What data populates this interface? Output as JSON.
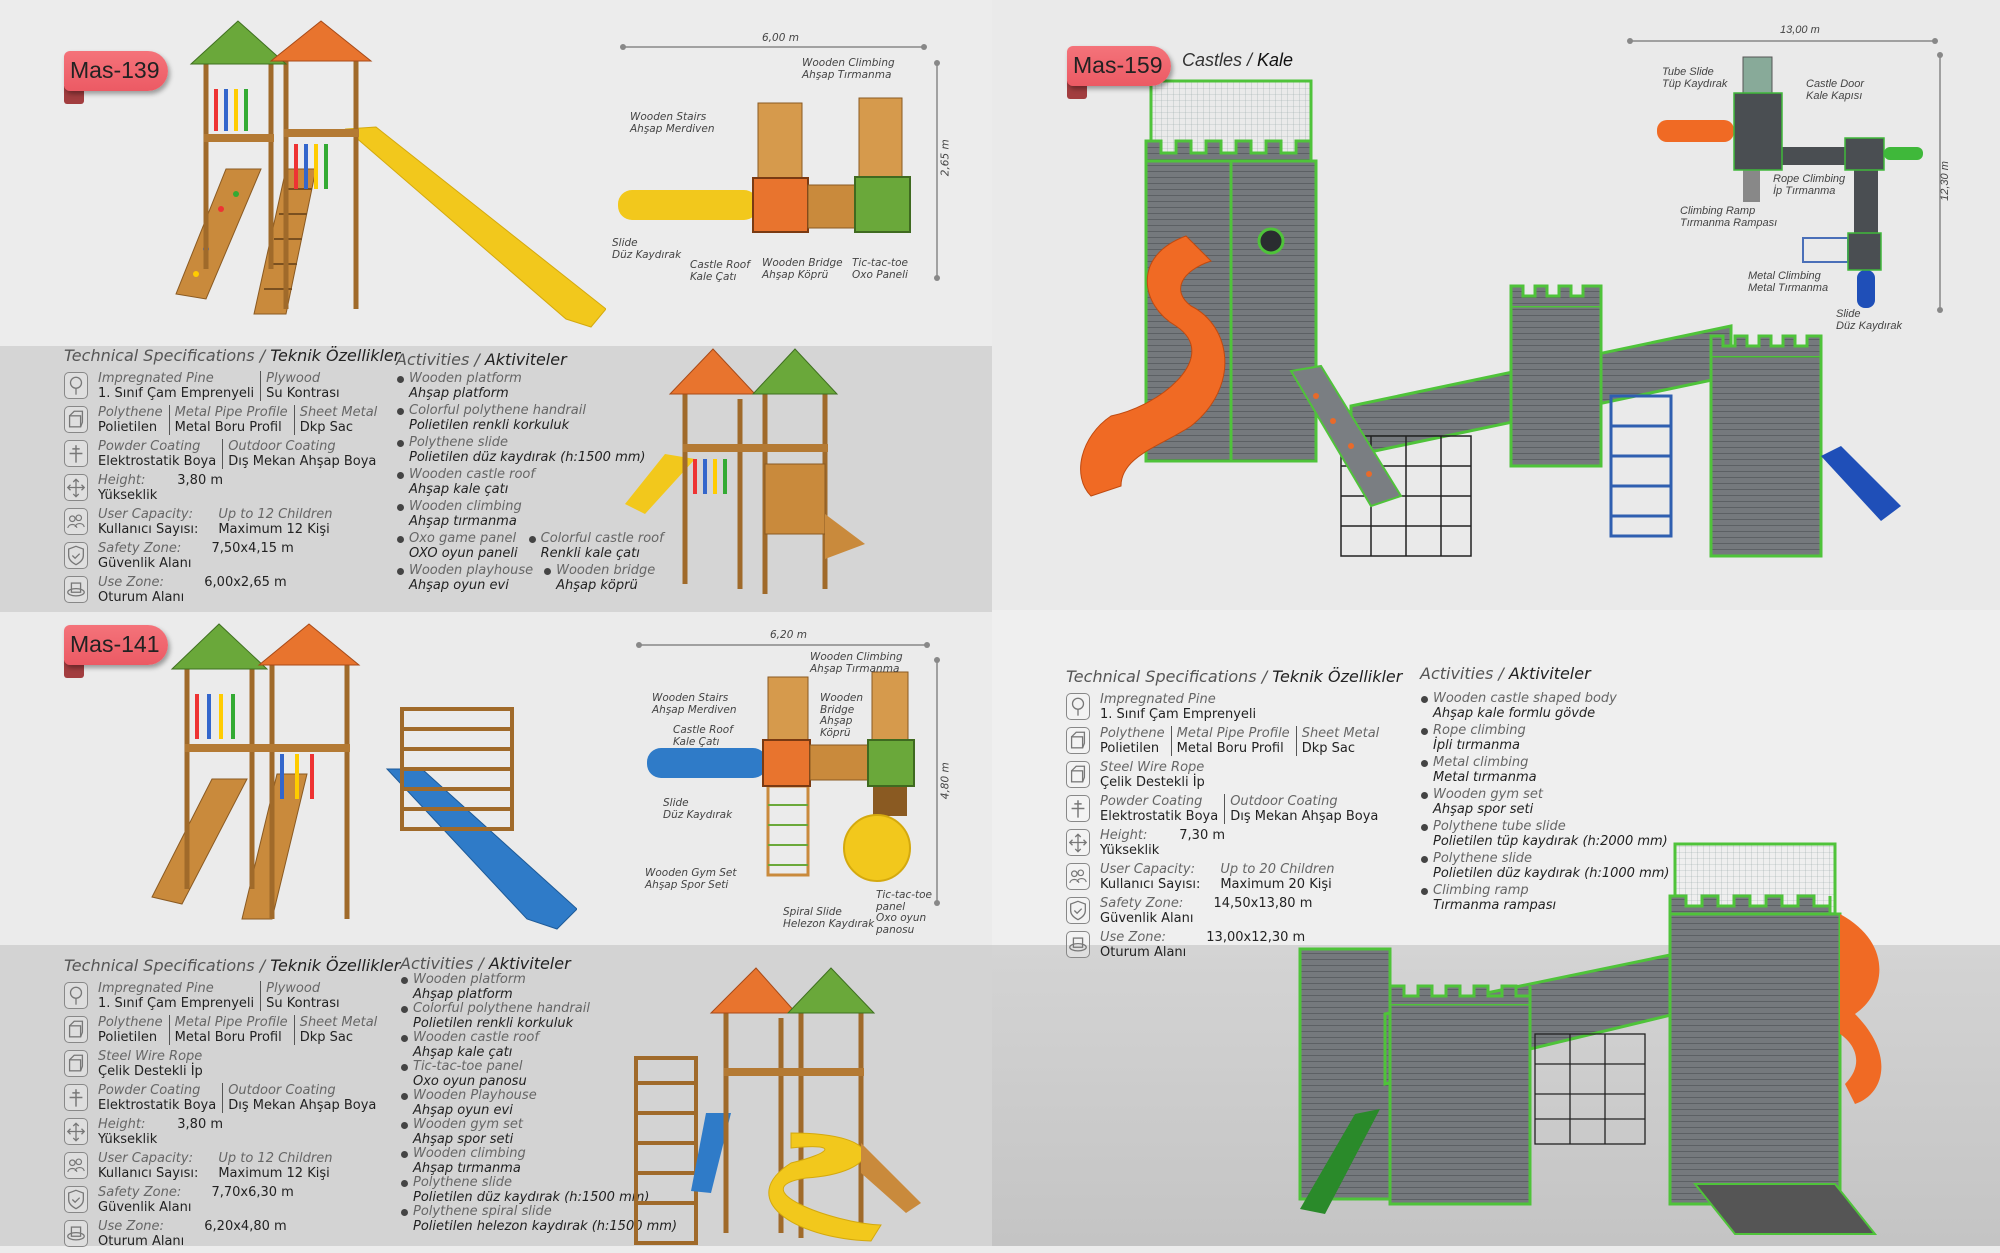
{
  "common": {
    "spec_title_en": "Technical Specifications / ",
    "spec_title_tr": "Teknik Özellikler",
    "act_title_en": "Activities / ",
    "act_title_tr": "Aktiviteler"
  },
  "products": [
    {
      "code": "Mas-139",
      "diagram": {
        "width": "6,00 m",
        "depth": "2,65 m",
        "labels": [
          "Wooden Climbing\nAhşap Tırmanma",
          "Wooden Stairs\nAhşap Merdiven",
          "Slide\nDüz Kaydırak",
          "Castle Roof\nKale Çatı",
          "Wooden Bridge\nAhşap Köprü",
          "Tic-tac-toe\nOxo Paneli"
        ]
      },
      "specs": [
        {
          "icon": "tree-icon",
          "cols": [
            {
              "en": "Impregnated Pine",
              "tr": "1. Sınıf Çam Emprenyeli"
            },
            {
              "en": "Plywood",
              "tr": "Su Kontrası",
              "sep": true
            }
          ]
        },
        {
          "icon": "material-icon",
          "cols": [
            {
              "en": "Polythene",
              "tr": "Polietilen"
            },
            {
              "en": "Metal Pipe Profile",
              "tr": "Metal Boru Profil",
              "sep": true
            },
            {
              "en": "Sheet Metal",
              "tr": "Dkp Sac",
              "sep": true
            }
          ]
        },
        {
          "icon": "paint-icon",
          "cols": [
            {
              "en": "Powder Coating",
              "tr": "Elektrostatik Boya"
            },
            {
              "en": "Outdoor Coating",
              "tr": "Dış Mekan Ahşap Boya",
              "sep": true
            }
          ]
        },
        {
          "icon": "height-arrows-icon",
          "cols": [
            {
              "en": "Height:",
              "tr": "Yükseklik"
            },
            {
              "en": "3,80 m",
              "tr": "",
              "val": true
            }
          ]
        },
        {
          "icon": "users-icon",
          "cols": [
            {
              "en": "User Capacity:",
              "tr": "Kullanıcı Sayısı:"
            },
            {
              "en": "Up to 12 Children",
              "tr": "Maximum 12 Kişi"
            }
          ]
        },
        {
          "icon": "shield-icon",
          "cols": [
            {
              "en": "Safety Zone:",
              "tr": "Güvenlik Alanı"
            },
            {
              "en": "7,50x4,15 m",
              "tr": "",
              "val": true
            }
          ]
        },
        {
          "icon": "use-zone-icon",
          "cols": [
            {
              "en": "Use Zone:",
              "tr": "Oturum Alanı"
            },
            {
              "en": "6,00x2,65 m",
              "tr": "",
              "val": true
            }
          ]
        }
      ],
      "activities": [
        [
          {
            "en": "Wooden platform",
            "tr": "Ahşap platform"
          }
        ],
        [
          {
            "en": "Colorful polythene handrail",
            "tr": "Polietilen renkli korkuluk"
          }
        ],
        [
          {
            "en": "Polythene slide",
            "tr": "Polietilen düz kaydırak (h:1500 mm)"
          }
        ],
        [
          {
            "en": "Wooden castle roof",
            "tr": "Ahşap kale çatı"
          }
        ],
        [
          {
            "en": "Wooden climbing",
            "tr": "Ahşap tırmanma"
          }
        ],
        [
          {
            "en": "Oxo game panel",
            "tr": "OXO oyun paneli"
          },
          {
            "en": "Colorful castle roof",
            "tr": "Renkli kale çatı"
          }
        ],
        [
          {
            "en": "Wooden playhouse",
            "tr": "Ahşap oyun evi"
          },
          {
            "en": "Wooden bridge",
            "tr": "Ahşap köprü"
          }
        ]
      ]
    },
    {
      "code": "Mas-141",
      "diagram": {
        "width": "6,20 m",
        "depth": "4,80 m",
        "labels": [
          "Wooden Climbing\nAhşap Tırmanma",
          "Wooden Stairs\nAhşap Merdiven",
          "Castle Roof\nKale Çatı",
          "Wooden\nBridge\nAhşap\nKöprü",
          "Slide\nDüz Kaydırak",
          "Wooden Gym Set\nAhşap Spor Seti",
          "Spiral Slide\nHelezon Kaydırak",
          "Tic-tac-toe\npanel\nOxo oyun\npanosu"
        ]
      },
      "specs": [
        {
          "icon": "tree-icon",
          "cols": [
            {
              "en": "Impregnated Pine",
              "tr": "1. Sınıf Çam Emprenyeli"
            },
            {
              "en": "Plywood",
              "tr": "Su Kontrası",
              "sep": true
            }
          ]
        },
        {
          "icon": "material-icon",
          "cols": [
            {
              "en": "Polythene",
              "tr": "Polietilen"
            },
            {
              "en": "Metal Pipe Profile",
              "tr": "Metal Boru Profil",
              "sep": true
            },
            {
              "en": "Sheet Metal",
              "tr": "Dkp Sac",
              "sep": true
            }
          ]
        },
        {
          "icon": "rope-icon",
          "cols": [
            {
              "en": "Steel Wire Rope",
              "tr": "Çelik Destekli İp"
            }
          ]
        },
        {
          "icon": "paint-icon",
          "cols": [
            {
              "en": "Powder Coating",
              "tr": "Elektrostatik Boya"
            },
            {
              "en": "Outdoor Coating",
              "tr": "Dış Mekan Ahşap Boya",
              "sep": true
            }
          ]
        },
        {
          "icon": "height-arrows-icon",
          "cols": [
            {
              "en": "Height:",
              "tr": "Yükseklik"
            },
            {
              "en": "3,80 m",
              "tr": "",
              "val": true
            }
          ]
        },
        {
          "icon": "users-icon",
          "cols": [
            {
              "en": "User Capacity:",
              "tr": "Kullanıcı Sayısı:"
            },
            {
              "en": "Up to 12 Children",
              "tr": "Maximum 12 Kişi"
            }
          ]
        },
        {
          "icon": "shield-icon",
          "cols": [
            {
              "en": "Safety Zone:",
              "tr": "Güvenlik Alanı"
            },
            {
              "en": "7,70x6,30 m",
              "tr": "",
              "val": true
            }
          ]
        },
        {
          "icon": "use-zone-icon",
          "cols": [
            {
              "en": "Use Zone:",
              "tr": "Oturum Alanı"
            },
            {
              "en": "6,20x4,80 m",
              "tr": "",
              "val": true
            }
          ]
        }
      ],
      "activities": [
        [
          {
            "en": "Wooden platform",
            "tr": "Ahşap platform"
          }
        ],
        [
          {
            "en": "Colorful polythene handrail",
            "tr": "Polietilen renkli korkuluk"
          }
        ],
        [
          {
            "en": "Wooden castle roof",
            "tr": "Ahşap kale çatı"
          }
        ],
        [
          {
            "en": "Tic-tac-toe panel",
            "tr": "Oxo oyun panosu"
          }
        ],
        [
          {
            "en": "Wooden Playhouse",
            "tr": "Ahşap oyun evi"
          }
        ],
        [
          {
            "en": "Wooden gym set",
            "tr": "Ahşap spor seti"
          }
        ],
        [
          {
            "en": "Wooden climbing",
            "tr": "Ahşap tırmanma"
          }
        ],
        [
          {
            "en": "Polythene slide",
            "tr": "Polietilen düz kaydırak (h:1500 mm)"
          }
        ],
        [
          {
            "en": "Polythene spiral slide",
            "tr": "Polietilen helezon kaydırak (h:1500 mm)"
          }
        ]
      ]
    },
    {
      "code": "Mas-159",
      "category_en": "Castles / ",
      "category_tr": "Kale",
      "diagram": {
        "width": "13,00 m",
        "depth": "12,30 m",
        "labels": [
          "Tube Slide\nTüp Kaydırak",
          "Castle Door\nKale Kapısı",
          "Rope Climbing\nİp Tırmanma",
          "Climbing Ramp\nTırmanma Rampası",
          "Metal Climbing\nMetal Tırmanma",
          "Slide\nDüz Kaydırak"
        ]
      },
      "specs": [
        {
          "icon": "tree-icon",
          "cols": [
            {
              "en": "Impregnated Pine",
              "tr": "1. Sınıf Çam Emprenyeli"
            }
          ]
        },
        {
          "icon": "material-icon",
          "cols": [
            {
              "en": "Polythene",
              "tr": "Polietilen"
            },
            {
              "en": "Metal Pipe Profile",
              "tr": "Metal Boru Profil",
              "sep": true
            },
            {
              "en": "Sheet Metal",
              "tr": "Dkp Sac",
              "sep": true
            }
          ]
        },
        {
          "icon": "rope-icon",
          "cols": [
            {
              "en": "Steel Wire Rope",
              "tr": "Çelik Destekli İp"
            }
          ]
        },
        {
          "icon": "paint-icon",
          "cols": [
            {
              "en": "Powder Coating",
              "tr": "Elektrostatik Boya"
            },
            {
              "en": "Outdoor Coating",
              "tr": "Dış Mekan Ahşap Boya",
              "sep": true
            }
          ]
        },
        {
          "icon": "height-arrows-icon",
          "cols": [
            {
              "en": "Height:",
              "tr": "Yükseklik"
            },
            {
              "en": "7,30 m",
              "tr": "",
              "val": true
            }
          ]
        },
        {
          "icon": "users-icon",
          "cols": [
            {
              "en": "User Capacity:",
              "tr": "Kullanıcı Sayısı:"
            },
            {
              "en": "Up to 20 Children",
              "tr": "Maximum 20 Kişi"
            }
          ]
        },
        {
          "icon": "shield-icon",
          "cols": [
            {
              "en": "Safety Zone:",
              "tr": "Güvenlik Alanı"
            },
            {
              "en": "14,50x13,80 m",
              "tr": "",
              "val": true
            }
          ]
        },
        {
          "icon": "use-zone-icon",
          "cols": [
            {
              "en": "Use Zone:",
              "tr": "Oturum Alanı"
            },
            {
              "en": "13,00x12,30 m",
              "tr": "",
              "val": true
            }
          ]
        }
      ],
      "activities": [
        [
          {
            "en": "Wooden castle shaped body",
            "tr": "Ahşap kale formlu gövde"
          }
        ],
        [
          {
            "en": "Rope climbing",
            "tr": "İpli tırmanma"
          }
        ],
        [
          {
            "en": "Metal climbing",
            "tr": "Metal tırmanma"
          }
        ],
        [
          {
            "en": "Wooden gym set",
            "tr": "Ahşap spor seti"
          }
        ],
        [
          {
            "en": "Polythene tube slide",
            "tr": "Polietilen tüp kaydırak (h:2000 mm)"
          }
        ],
        [
          {
            "en": "Polythene slide",
            "tr": "Polietilen düz kaydırak (h:1000 mm)"
          }
        ],
        [
          {
            "en": "Climbing ramp",
            "tr": "Tırmanma rampası"
          }
        ]
      ]
    }
  ],
  "colors": {
    "badge": "#ef636c",
    "badge_tail": "#a23d3f",
    "wood": "#c98a3c",
    "roof_orange": "#e8742e",
    "roof_green": "#6aa83a",
    "slide_yellow": "#f2c81c",
    "slide_blue": "#2f7bc8",
    "castle_gray": "#6f7377",
    "castle_green": "#4fc33a",
    "tube_orange": "#f06a24"
  }
}
